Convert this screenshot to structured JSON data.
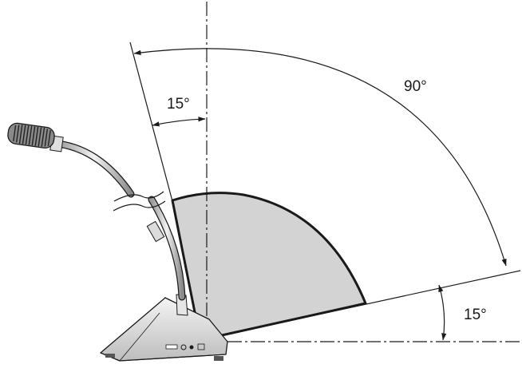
{
  "labels": {
    "angle_total": "90°",
    "angle_top": "15°",
    "angle_bottom": "15°"
  },
  "colors": {
    "sector_fill": "#d3d3d3",
    "line": "#1a1a1a",
    "background": "#ffffff"
  }
}
